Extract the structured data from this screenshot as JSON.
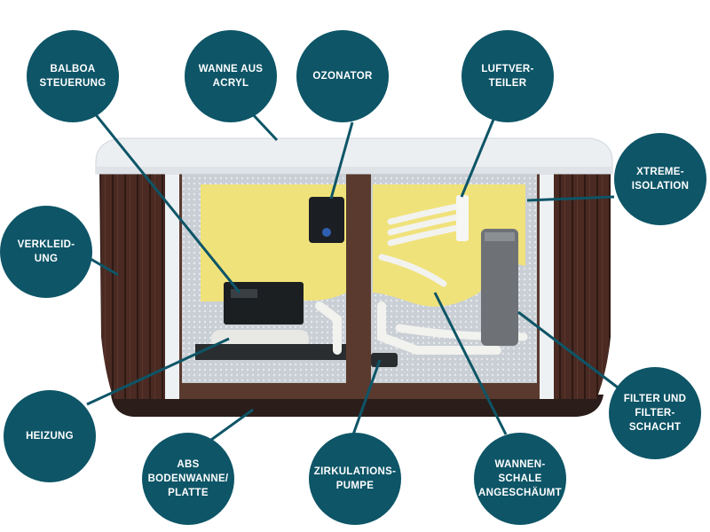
{
  "labels": {
    "balboa": "BALBOA\nSTEUERUNG",
    "wanne": "WANNE AUS\nACRYL",
    "ozonator": "OZONATOR",
    "luftverteiler": "LUFTVER-\nTEILER",
    "xtreme": "XTREME-\nISOLATION",
    "verkleidung": "VERKLEID-\nUNG",
    "heizung": "HEIZUNG",
    "abs": "ABS\nBODENWANNE/\nPLATTE",
    "zirkulation": "ZIRKULATIONS-\nPUMPE",
    "wannenschale": "WANNEN-\nSCHALE\nANGESCHÄUMT",
    "filter": "FILTER UND\nFILTER-\nSCHACHT"
  },
  "colors": {
    "bubble": "#0d5567",
    "panel_wood": "#4a2a22",
    "foam": "#f0e27a",
    "acrylic_rim": "#eceff2"
  },
  "controller_brand": "Balboa"
}
